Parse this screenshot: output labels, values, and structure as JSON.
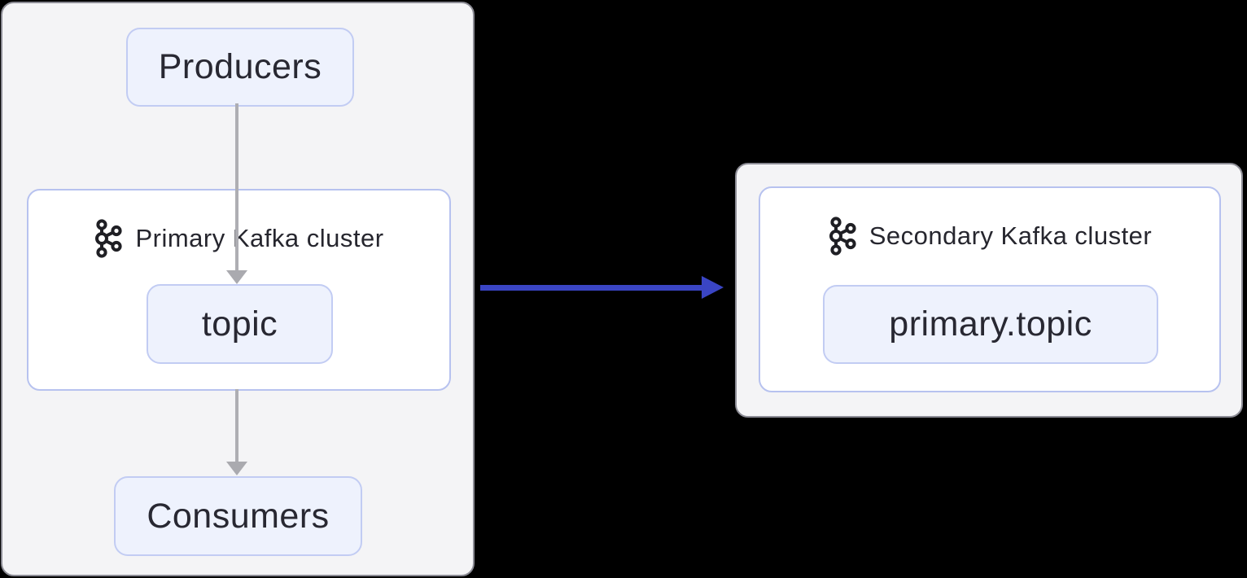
{
  "diagram": {
    "type": "kafka-replication-flow",
    "background": "#000000"
  },
  "nodes": {
    "producers": {
      "label": "Producers"
    },
    "topic": {
      "label": "topic"
    },
    "consumers": {
      "label": "Consumers"
    },
    "primary_topic": {
      "label": "primary.topic"
    }
  },
  "clusters": {
    "primary": {
      "label": "Primary Kafka cluster",
      "icon": "kafka-icon"
    },
    "secondary": {
      "label": "Secondary Kafka cluster",
      "icon": "kafka-icon"
    }
  },
  "edges": [
    {
      "from": "producers",
      "to": "topic",
      "direction": "down",
      "color": "#aaaaaf"
    },
    {
      "from": "primary-cluster",
      "to": "consumers",
      "direction": "down",
      "color": "#aaaaaf"
    },
    {
      "from": "primary-cluster",
      "to": "secondary-cluster",
      "direction": "right",
      "color": "#3a45c4"
    }
  ],
  "colors": {
    "background": "#000000",
    "panel_fill": "#f4f4f6",
    "panel_border": "#8b8b94",
    "cluster_fill": "#ffffff",
    "cluster_border": "#b7c2ef",
    "node_fill": "#eef2fd",
    "node_border": "#c2ccf3",
    "text": "#26262e",
    "arrow_gray": "#aaaaaf",
    "arrow_blue": "#3a45c4",
    "icon": "#1f1f24"
  }
}
